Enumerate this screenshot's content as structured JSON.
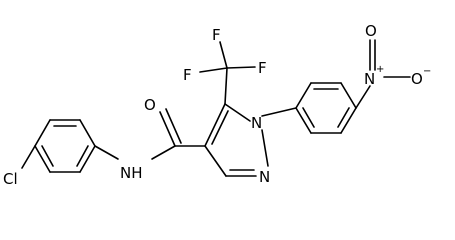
{
  "molecule": {
    "atoms": {
      "f1": "F",
      "f2": "F",
      "f3": "F",
      "o_carbonyl": "O",
      "n_amide": "NH",
      "n1": "N",
      "n2": "N",
      "n_nitro": "N",
      "n_nitro_charge": "+",
      "o_nitro_top": "O",
      "o_nitro_right": "O",
      "o_nitro_charge": "−",
      "cl": "Cl"
    }
  },
  "colors": {
    "bond": "#000000",
    "label": "#000000",
    "background": "#ffffff"
  }
}
